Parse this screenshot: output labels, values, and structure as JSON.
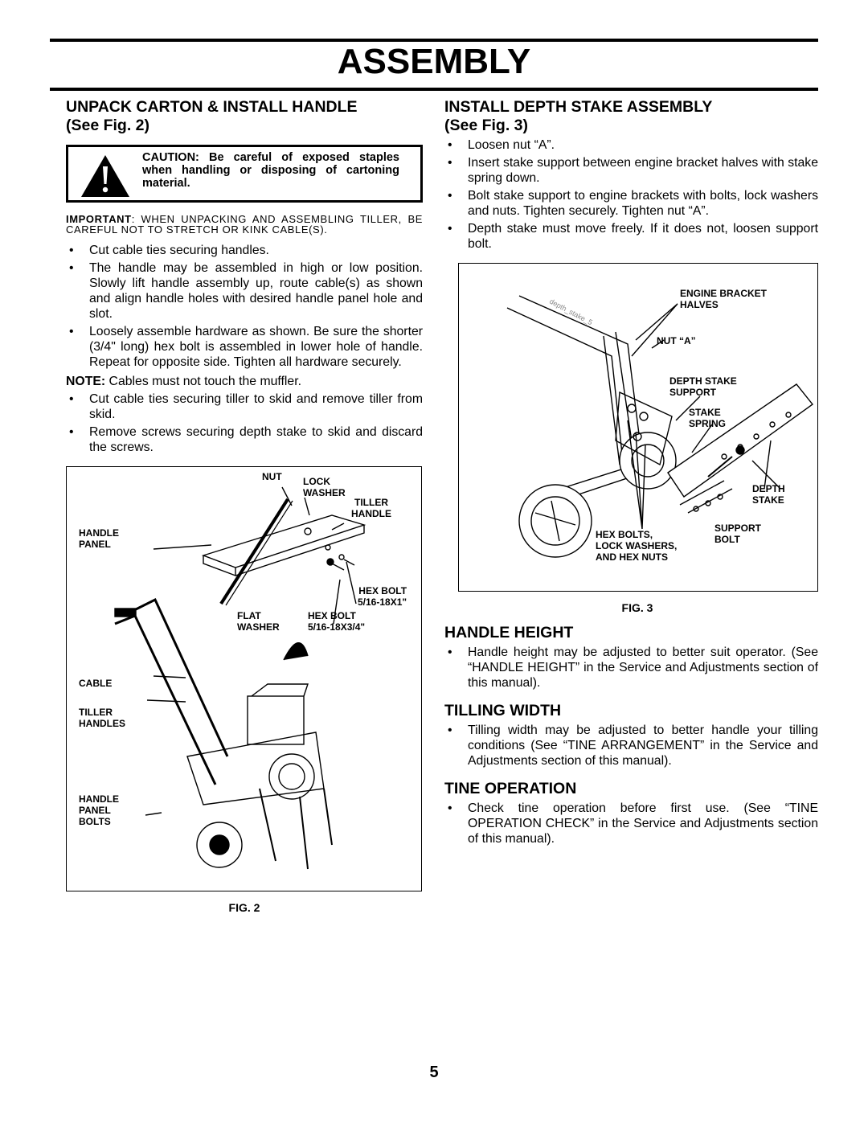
{
  "header": {
    "title": "ASSEMBLY"
  },
  "left": {
    "heading_line1": "UNPACK CARTON & INSTALL HANDLE",
    "heading_line2": "(See Fig. 2)",
    "caution": "CAUTION: Be careful of exposed staples when handling or disposing of cartoning material.",
    "important_label": "IMPORTANT",
    "important_text": ": WHEN UNPACKING AND ASSEMBLING TILLER, BE CAREFUL NOT TO STRETCH OR KINK CABLE(S).",
    "bullets1": [
      "Cut cable ties securing handles.",
      "The handle may be assembled in high or low position. Slowly lift handle assembly up, route cable(s) as shown and align handle holes with desired handle panel hole and slot.",
      "Loosely assemble hardware as shown. Be sure the shorter (3/4\" long) hex bolt is assembled in lower hole of handle. Repeat for opposite side. Tighten all hardware securely."
    ],
    "note_label": "NOTE:",
    "note_text": " Cables must not touch the muffler.",
    "bullets2": [
      "Cut cable ties securing tiller to skid and remove tiller from skid.",
      "Remove screws securing depth stake to skid and discard the screws."
    ],
    "fig_labels": {
      "nut": "NUT",
      "lock_washer": "LOCK\nWASHER",
      "tiller_handle": "TILLER\nHANDLE",
      "handle_panel": "HANDLE\nPANEL",
      "hex_bolt_long": "HEX BOLT\n5/16-18X1\"",
      "flat_washer": "FLAT\nWASHER",
      "hex_bolt_short": "HEX BOLT\n5/16-18X3/4\"",
      "cable": "CABLE",
      "tiller_handles": "TILLER\nHANDLES",
      "handle_panel_bolts": "HANDLE\nPANEL\nBOLTS"
    },
    "fig_caption": "FIG. 2"
  },
  "right": {
    "heading_line1": "INSTALL DEPTH STAKE ASSEMBLY",
    "heading_line2": "(See Fig. 3)",
    "bullets": [
      "Loosen nut “A”.",
      "Insert stake support between engine bracket halves with stake spring down.",
      "Bolt stake support to engine brackets with bolts, lock washers and nuts. Tighten securely. Tighten nut “A”.",
      "Depth stake must move freely. If it does not, loosen support bolt."
    ],
    "fig_labels": {
      "engine_bracket": "ENGINE BRACKET\nHALVES",
      "nut_a": "NUT “A”",
      "depth_stake_support": "DEPTH STAKE\nSUPPORT",
      "stake_spring": "STAKE\nSPRING",
      "depth_stake": "DEPTH\nSTAKE",
      "hex_bolts": "HEX BOLTS,\nLOCK WASHERS,\nAND HEX NUTS",
      "support_bolt": "SUPPORT\nBOLT",
      "watermark": "depth_stake_5"
    },
    "fig_caption": "FIG. 3",
    "sections": [
      {
        "heading": "HANDLE HEIGHT",
        "text": "Handle height may be adjusted to better suit operator. (See “HANDLE HEIGHT” in the Service and Adjustments section of this manual)."
      },
      {
        "heading": "TILLING WIDTH",
        "text": "Tilling width may be adjusted to better handle your tilling conditions (See “TINE ARRANGEMENT” in the Service and Adjustments section of this manual)."
      },
      {
        "heading": "TINE OPERATION",
        "text": "Check tine operation before first use. (See “TINE OPERATION CHECK” in the Service and Adjustments section of this manual)."
      }
    ]
  },
  "footer": {
    "page_number": "5"
  }
}
